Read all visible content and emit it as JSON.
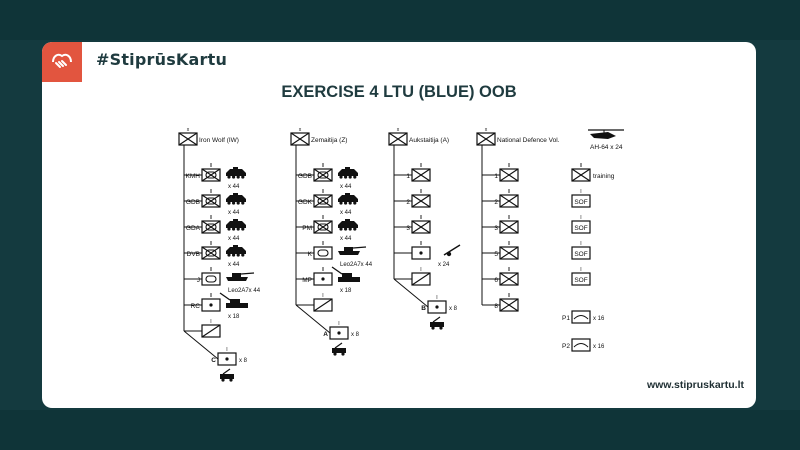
{
  "brand": {
    "hashtag": "#StiprūsKartu"
  },
  "slide": {
    "title": "EXERCISE 4 LTU (BLUE) OOB",
    "website": "www.stipruskartu.lt"
  },
  "oob": {
    "columns": [
      {
        "name": "Iron Wolf (IW)",
        "size": "x",
        "symbol": "infantry",
        "units": [
          {
            "label": "KMH",
            "size": "II",
            "symbol": "mech",
            "vehicle": "ifv",
            "count": "x 44"
          },
          {
            "label": "GDB",
            "size": "II",
            "symbol": "mech",
            "vehicle": "ifv",
            "count": "x 44"
          },
          {
            "label": "GDA",
            "size": "II",
            "symbol": "mech",
            "vehicle": "ifv",
            "count": "x 44"
          },
          {
            "label": "DVB",
            "size": "II",
            "symbol": "mech",
            "vehicle": "ifv",
            "count": "x 44"
          },
          {
            "label": "J",
            "size": "II",
            "symbol": "armor",
            "vehicle": "tank",
            "count": "Leo2A7x 44"
          },
          {
            "label": "RC",
            "size": "II",
            "symbol": "artillery",
            "vehicle": "howitzer",
            "count": "x 18"
          },
          {
            "label": "",
            "size": "I",
            "symbol": "slash",
            "vehicle": "",
            "count": ""
          }
        ],
        "support": {
          "label": "C",
          "size": "I",
          "count": "x 8"
        }
      },
      {
        "name": "Zemaitija (Z)",
        "size": "x",
        "symbol": "infantry",
        "units": [
          {
            "label": "GDB",
            "size": "II",
            "symbol": "mech",
            "vehicle": "ifv",
            "count": "x 44"
          },
          {
            "label": "GDK",
            "size": "II",
            "symbol": "mech",
            "vehicle": "ifv",
            "count": "x 44"
          },
          {
            "label": "PM",
            "size": "II",
            "symbol": "mech",
            "vehicle": "ifv",
            "count": "x 44"
          },
          {
            "label": "K",
            "size": "II",
            "symbol": "armor",
            "vehicle": "tank",
            "count": "Leo2A7x 44"
          },
          {
            "label": "MP",
            "size": "II",
            "symbol": "artillery",
            "vehicle": "howitzer",
            "count": "x 18"
          },
          {
            "label": "",
            "size": "I",
            "symbol": "slash",
            "vehicle": "",
            "count": ""
          }
        ],
        "support": {
          "label": "A",
          "size": "I",
          "count": "x 8"
        }
      },
      {
        "name": "Aukstaitija (A)",
        "size": "x",
        "symbol": "infantry",
        "units": [
          {
            "label": "1",
            "size": "II",
            "symbol": "infantry",
            "vehicle": "",
            "count": ""
          },
          {
            "label": "2",
            "size": "II",
            "symbol": "infantry",
            "vehicle": "",
            "count": ""
          },
          {
            "label": "3",
            "size": "II",
            "symbol": "infantry",
            "vehicle": "",
            "count": ""
          },
          {
            "label": "",
            "size": "II",
            "symbol": "artillery",
            "vehicle": "gun",
            "count": "x 24"
          },
          {
            "label": "",
            "size": "I",
            "symbol": "slash",
            "vehicle": "",
            "count": ""
          }
        ],
        "support": {
          "label": "B",
          "size": "I",
          "count": "x 8"
        }
      },
      {
        "name": "National Defence Vol.",
        "size": "x",
        "symbol": "infantry",
        "units": [
          {
            "label": "1",
            "size": "II",
            "symbol": "infantry"
          },
          {
            "label": "2",
            "size": "II",
            "symbol": "infantry"
          },
          {
            "label": "3",
            "size": "II",
            "symbol": "infantry"
          },
          {
            "label": "5",
            "size": "II",
            "symbol": "infantry"
          },
          {
            "label": "6",
            "size": "II",
            "symbol": "infantry"
          },
          {
            "label": "8",
            "size": "II",
            "symbol": "infantry"
          }
        ],
        "extras": [
          {
            "label": "training",
            "size": "II",
            "symbol": "infantry"
          },
          {
            "label": "SOF",
            "size": "I",
            "symbol": "sof"
          },
          {
            "label": "SOF",
            "size": "I",
            "symbol": "sof"
          },
          {
            "label": "SOF",
            "size": "I",
            "symbol": "sof"
          },
          {
            "label": "SOF",
            "size": "I",
            "symbol": "sof"
          }
        ],
        "air": [
          {
            "label": "P1",
            "count": "x 16"
          },
          {
            "label": "P2",
            "count": "x 16"
          }
        ],
        "helicopter": {
          "label": "AH-64 x 24"
        }
      }
    ]
  }
}
